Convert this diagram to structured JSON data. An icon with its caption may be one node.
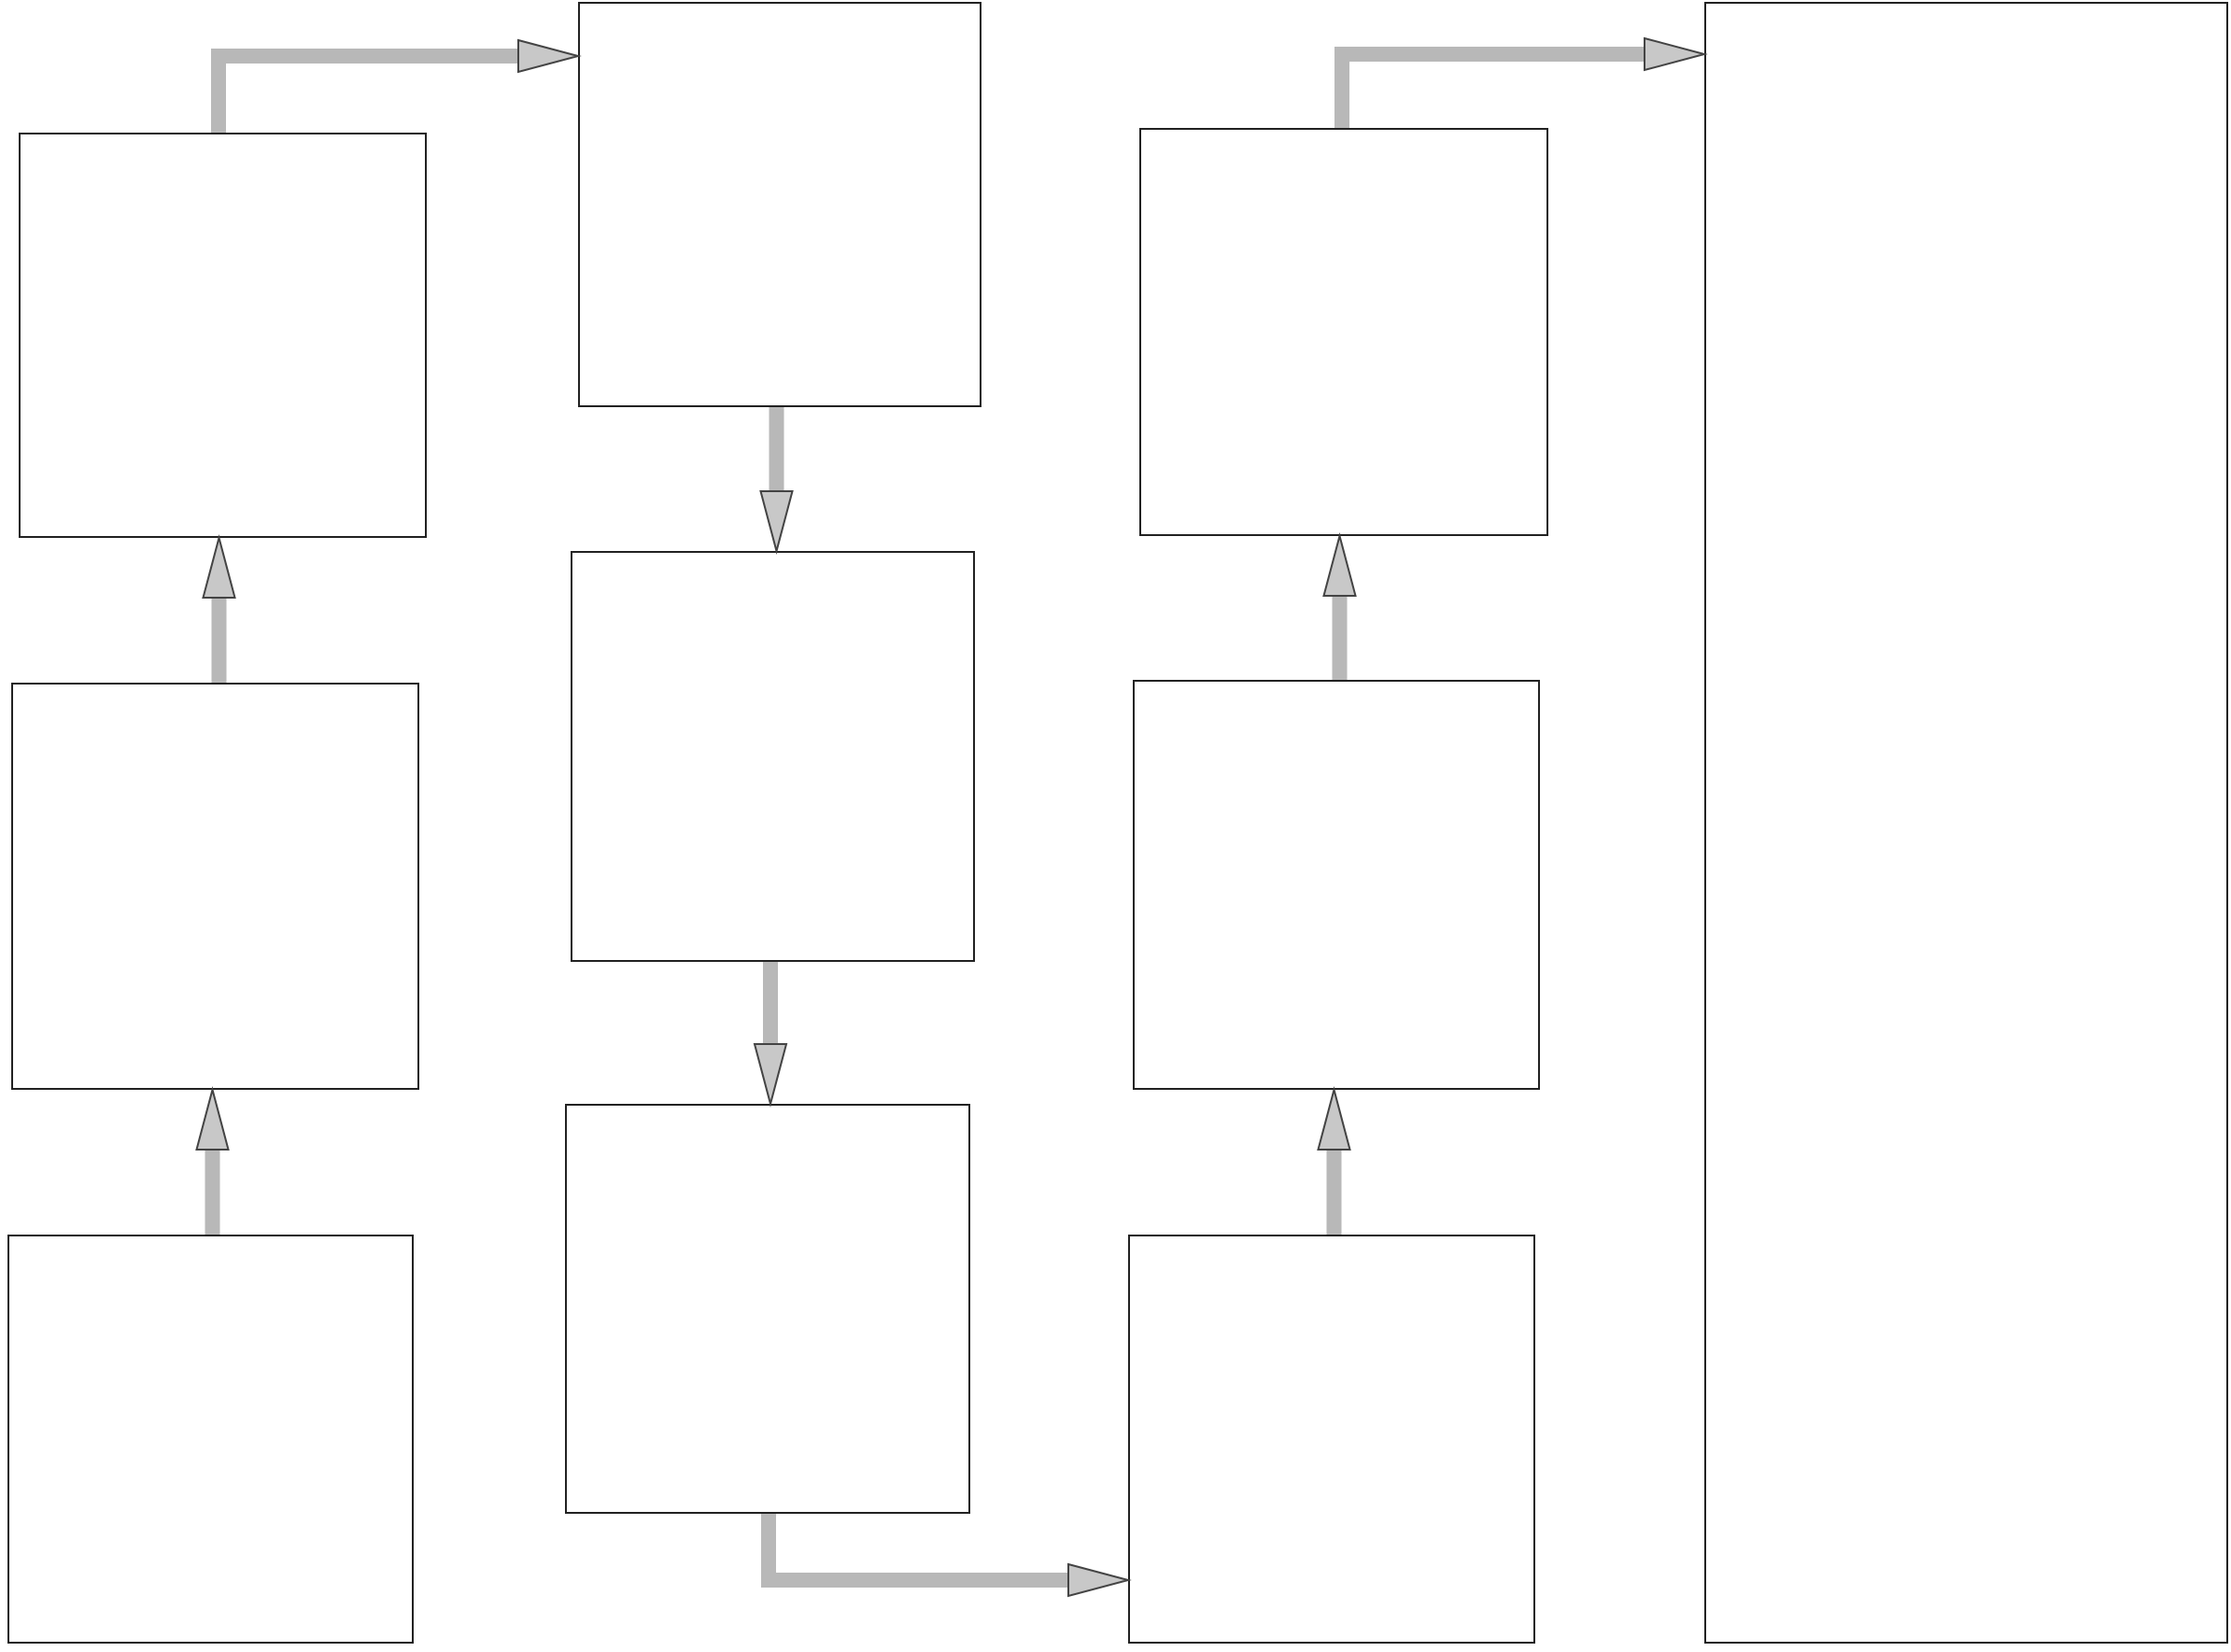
{
  "diagram": {
    "nodes": [
      {
        "text": [],
        "shape": "box"
      },
      {
        "text": [],
        "shape": "box"
      },
      {
        "text": [],
        "shape": "box"
      },
      {
        "text": [],
        "shape": "box"
      },
      {
        "text": [],
        "shape": "box"
      },
      {
        "text": [],
        "shape": "box"
      },
      {
        "text": [],
        "shape": "box"
      },
      {
        "text": [],
        "shape": "box"
      },
      {
        "text": [],
        "shape": "box"
      },
      {
        "text": [],
        "shape": "box"
      }
    ],
    "edges": [
      {
        "from": 2,
        "to": 1,
        "arrow": "to"
      },
      {
        "from": 1,
        "to": 0,
        "arrow": "to"
      },
      {
        "from": 0,
        "to": 3,
        "arrow": "to"
      },
      {
        "from": 3,
        "to": 4,
        "arrow": "to"
      },
      {
        "from": 4,
        "to": 5,
        "arrow": "to"
      },
      {
        "from": 5,
        "to": 8,
        "arrow": "to"
      },
      {
        "from": 8,
        "to": 7,
        "arrow": "to"
      },
      {
        "from": 7,
        "to": 6,
        "arrow": "to"
      },
      {
        "from": 6,
        "to": 9,
        "arrow": "to"
      }
    ]
  }
}
